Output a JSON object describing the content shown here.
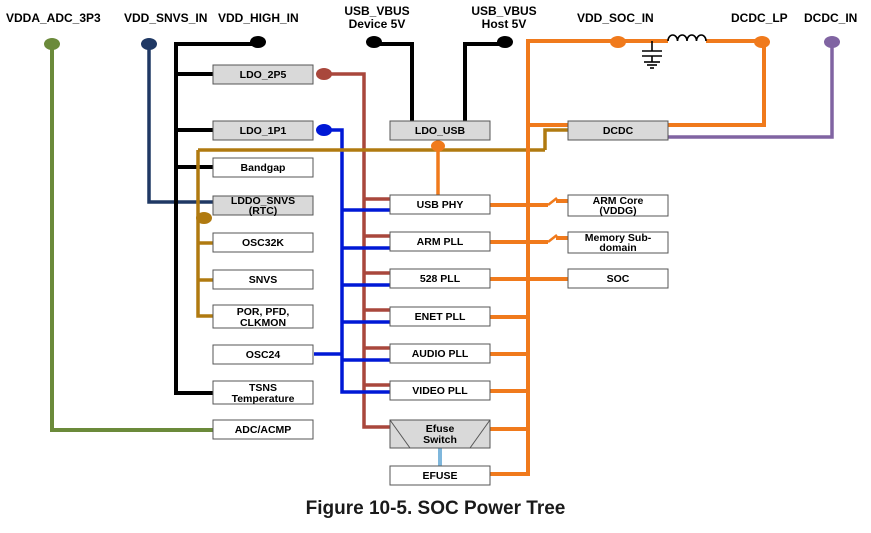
{
  "rails": {
    "vdda_adc_3p3": "VDDA_ADC_3P3",
    "vdd_snvs_in": "VDD_SNVS_IN",
    "vdd_high_in": "VDD_HIGH_IN",
    "usb_vbus_device_line1": "USB_VBUS",
    "usb_vbus_device_line2": "Device 5V",
    "usb_vbus_host_line1": "USB_VBUS",
    "usb_vbus_host_line2": "Host 5V",
    "vdd_soc_in": "VDD_SOC_IN",
    "dcdc_lp": "DCDC_LP",
    "dcdc_in": "DCDC_IN"
  },
  "blocks": {
    "ldo_2p5": "LDO_2P5",
    "ldo_1p1": "LDO_1P1",
    "bandgap": "Bandgap",
    "ldo_snvs_line1": "LDDO_SNVS",
    "ldo_snvs_line2": "(RTC)",
    "osc32k": "OSC32K",
    "snvs": "SNVS",
    "por_line1": "POR, PFD,",
    "por_line2": "CLKMON",
    "osc24": "OSC24",
    "tsns_line1": "TSNS",
    "tsns_line2": "Temperature",
    "adc_acmp": "ADC/ACMP",
    "ldo_usb": "LDO_USB",
    "usb_phy": "USB PHY",
    "arm_pll": "ARM PLL",
    "pll_528": "528 PLL",
    "enet_pll": "ENET PLL",
    "audio_pll": "AUDIO PLL",
    "video_pll": "VIDEO PLL",
    "efuse_switch_line1": "Efuse",
    "efuse_switch_line2": "Switch",
    "efuse": "EFUSE",
    "dcdc": "DCDC",
    "arm_core_line1": "ARM Core",
    "arm_core_line2": "(VDDG)",
    "memory_line1": "Memory Sub-",
    "memory_line2": "domain",
    "soc": "SOC"
  },
  "caption": "Figure 10-5. SOC Power Tree",
  "colors": {
    "green": "#6b8a3a",
    "navy": "#1f3864",
    "black": "#000000",
    "brown_red": "#a9473c",
    "blue": "#0018d6",
    "gold": "#b07a10",
    "orange": "#f07a1c",
    "purple": "#8064a2",
    "light_blue": "#7fb7dc",
    "box_fill": "#ffffff",
    "box_gray": "#d9d9d9"
  }
}
